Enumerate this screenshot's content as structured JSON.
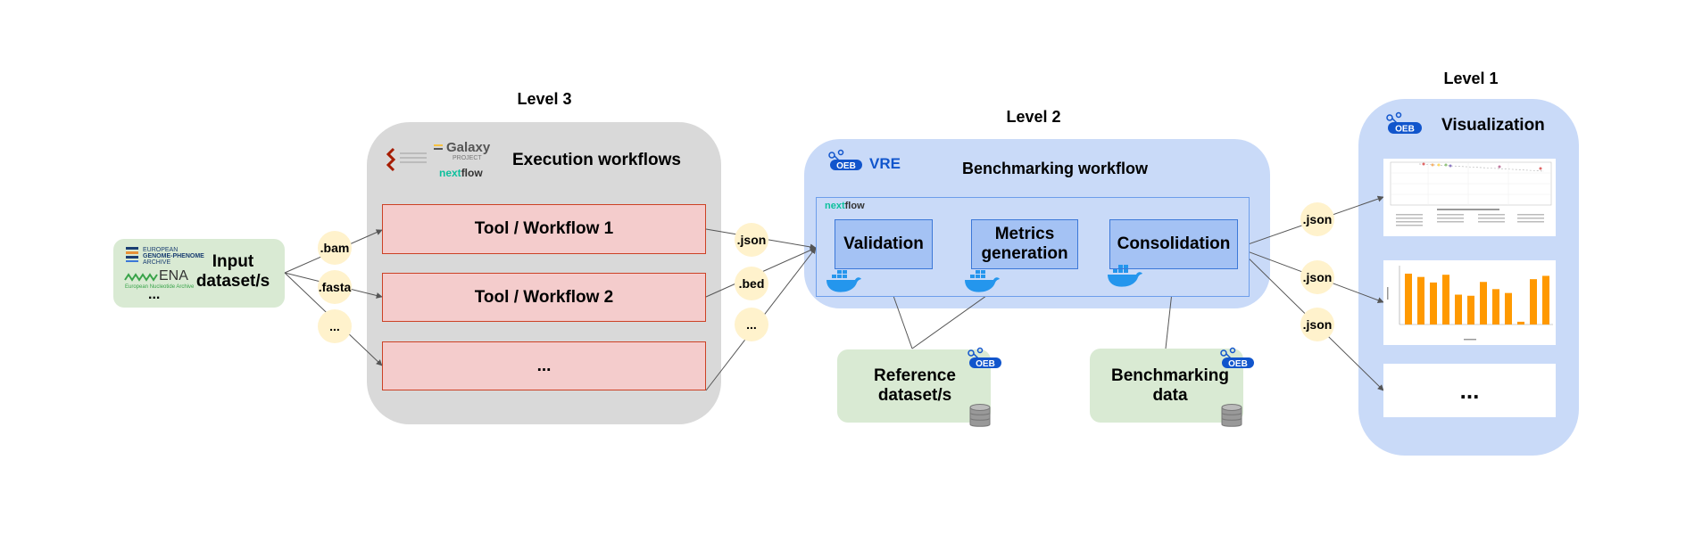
{
  "levels": {
    "level3": "Level 3",
    "level2": "Level 2",
    "level1": "Level 1"
  },
  "input": {
    "label_line1": "Input",
    "label_line2": "dataset/s",
    "ega_line1": "EUROPEAN",
    "ega_line2": "GENOME-PHENOME",
    "ega_line3": "ARCHIVE",
    "ena_text": "ENA",
    "ena_sub": "European Nucleotide Archive",
    "more": "..."
  },
  "input_formats": [
    ".bam",
    ".fasta",
    "..."
  ],
  "execution": {
    "title": "Execution workflows",
    "galaxy_text": "Galaxy",
    "galaxy_sub": "PROJECT",
    "nextflow_logo_a": "next",
    "nextflow_logo_b": "flow",
    "tools": [
      "Tool / Workflow 1",
      "Tool / Workflow 2",
      "..."
    ]
  },
  "output_formats": [
    ".json",
    ".bed",
    "..."
  ],
  "benchmarking": {
    "vre_label": "VRE",
    "title": "Benchmarking workflow",
    "nextflow_logo_a": "next",
    "nextflow_logo_b": "flow",
    "steps": {
      "validation": "Validation",
      "metrics_line1": "Metrics",
      "metrics_line2": "generation",
      "consolidation": "Consolidation"
    }
  },
  "reference": {
    "line1": "Reference",
    "line2": "dataset/s"
  },
  "benchmark_data": {
    "line1": "Benchmarking",
    "line2": "data"
  },
  "result_formats": [
    ".json",
    ".json",
    ".json"
  ],
  "visualization": {
    "title": "Visualization",
    "more_card": "..."
  },
  "oeb_logo_text": "OEB",
  "colors": {
    "grey_panel": "#d9d9d9",
    "blue_panel": "#c9daf8",
    "tool_fill": "#f4cccc",
    "tool_border": "#cc4125",
    "step_fill": "#a4c2f4",
    "step_border": "#3c78d8",
    "green_box": "#d9ead3",
    "bubble": "#fff2cc",
    "oeb_blue": "#1155cc",
    "bar_orange": "#ff9900"
  },
  "icons": [
    "oeb-logo-icon",
    "docker-whale-icon",
    "database-icon",
    "nextflow-logo",
    "galaxy-logo",
    "ega-logo",
    "ena-logo"
  ],
  "chart_preview": {
    "bar_values": [
      0.92,
      0.86,
      0.76,
      0.9,
      0.54,
      0.52,
      0.77,
      0.64,
      0.57,
      0.05,
      0.82,
      0.88
    ]
  }
}
